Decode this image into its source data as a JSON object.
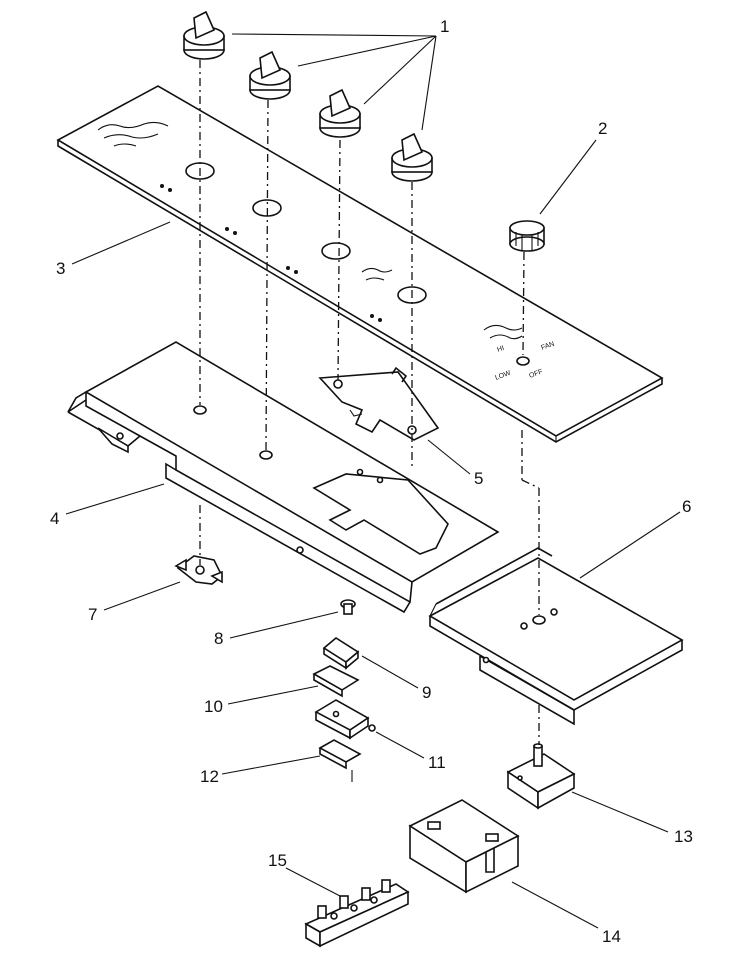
{
  "callouts": [
    {
      "id": "1",
      "label": "1"
    },
    {
      "id": "2",
      "label": "2"
    },
    {
      "id": "3",
      "label": "3"
    },
    {
      "id": "4",
      "label": "4"
    },
    {
      "id": "5",
      "label": "5"
    },
    {
      "id": "6",
      "label": "6"
    },
    {
      "id": "7",
      "label": "7"
    },
    {
      "id": "8",
      "label": "8"
    },
    {
      "id": "9",
      "label": "9"
    },
    {
      "id": "10",
      "label": "10"
    },
    {
      "id": "11",
      "label": "11"
    },
    {
      "id": "12",
      "label": "12"
    },
    {
      "id": "13",
      "label": "13"
    },
    {
      "id": "14",
      "label": "14"
    },
    {
      "id": "15",
      "label": "15"
    }
  ],
  "panel_markings": {
    "fan_low": "LOW",
    "fan_off": "OFF",
    "fan_fan": "FAN",
    "fan_hi": "HI"
  }
}
